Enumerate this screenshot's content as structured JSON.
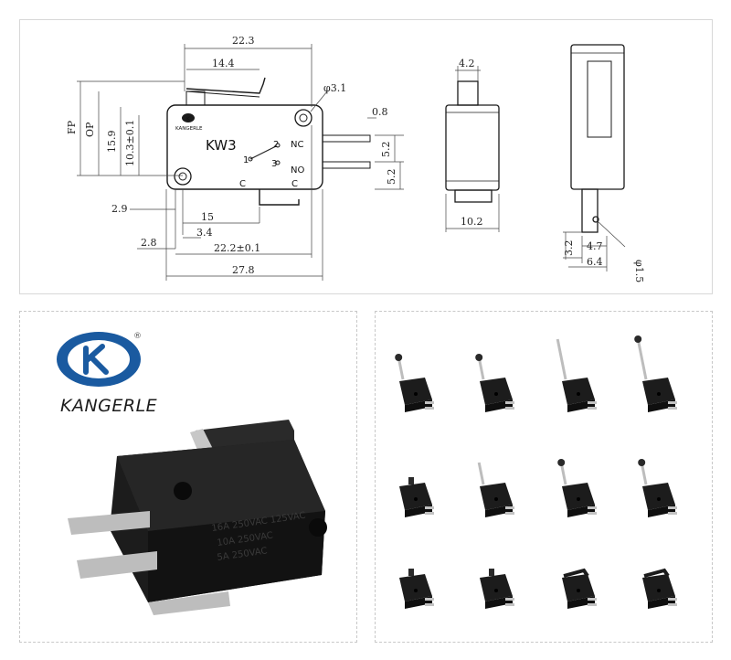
{
  "drawing": {
    "model": "KW3",
    "brand_small": "KANGERLE",
    "terminals": {
      "nc_num": "2",
      "nc": "NC",
      "com_num": "1",
      "no_num": "3",
      "no": "NO",
      "c_left": "C",
      "c_right": "C"
    },
    "dims": {
      "overall_lever": "22.3",
      "lever_len": "14.4",
      "hole_dia": "φ3.1",
      "fp": "FP",
      "op": "OP",
      "h159": "15.9",
      "h103": "10.3±0.1",
      "t08": "0.8",
      "t52a": "5.2",
      "t52b": "5.2",
      "d29": "2.9",
      "d15": "15",
      "d34": "3.4",
      "d28": "2.8",
      "d222": "22.2±0.1",
      "d278": "27.8",
      "side_top": "4.2",
      "side_w": "10.2",
      "term_w": "4.7",
      "term_hole": "φ1.5",
      "term_h": "3.2",
      "term_wide": "6.4"
    }
  },
  "product": {
    "brand": "KANGERLE",
    "registered": "®",
    "body_marks": [
      "16A 250VAC 125VAC",
      "10A 250VAC",
      "5A 250VAC"
    ]
  },
  "variants": {
    "rows": [
      [
        "roller-lever",
        "roller-lever",
        "long-lever",
        "long-roller-lever"
      ],
      [
        "pin-plunger",
        "short-lever",
        "simulated-roller",
        "roller-lever-short"
      ],
      [
        "pin-plunger-angled",
        "pin-plunger-angled",
        "short-hinge",
        "short-hinge"
      ]
    ]
  }
}
